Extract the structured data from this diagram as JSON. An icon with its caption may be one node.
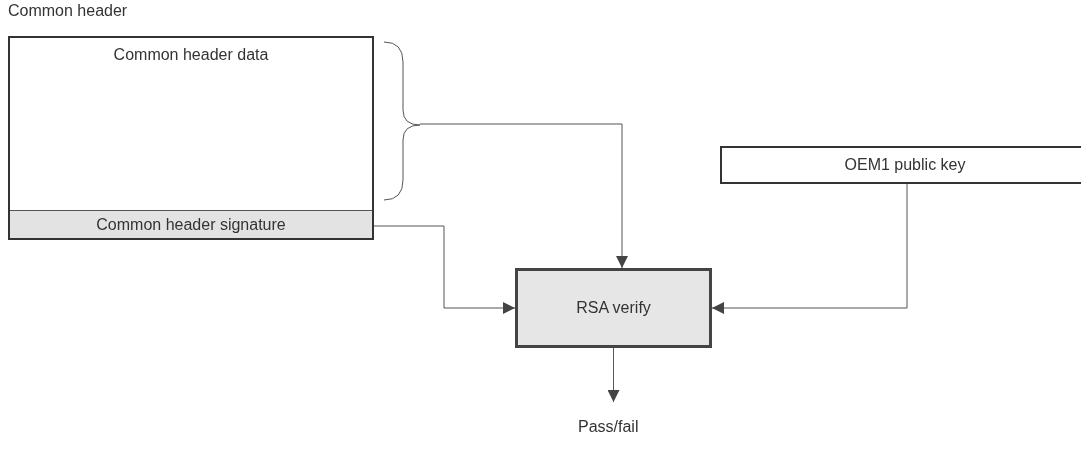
{
  "diagram": {
    "nodes": [
      {
        "text": [
          "Common header"
        ]
      },
      {
        "text": [
          "Common header data"
        ],
        "in": 0
      },
      {
        "text": [
          "Common header signature"
        ],
        "in": 0
      },
      {
        "text": [
          "OEM1 public key"
        ]
      },
      {
        "text": [
          "RSA verify"
        ]
      },
      {
        "text": [
          "Pass/fail"
        ]
      }
    ],
    "edges": [
      {
        "from": 1,
        "to": 4,
        "arrow": "to"
      },
      {
        "from": 2,
        "to": 4,
        "arrow": "to"
      },
      {
        "from": 3,
        "to": 4,
        "arrow": "to"
      },
      {
        "from": 4,
        "to": 5,
        "arrow": "to"
      }
    ]
  }
}
